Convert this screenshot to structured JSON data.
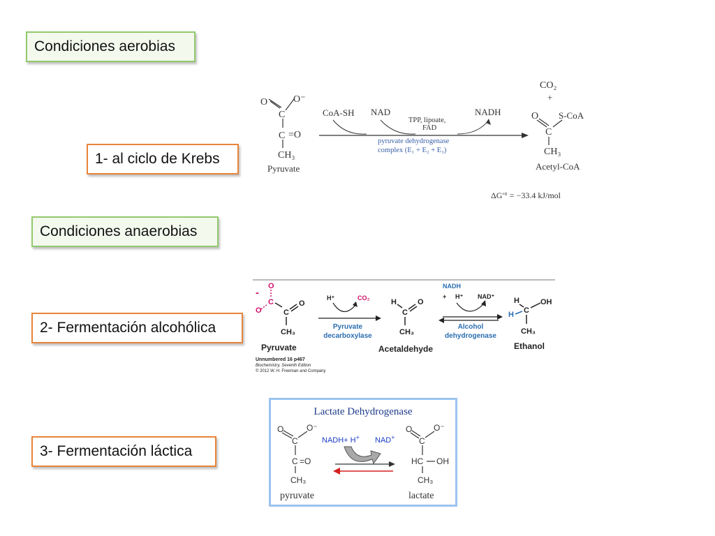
{
  "labels": {
    "aerobic": "Condiciones aerobias",
    "krebs": "1- al ciclo de Krebs",
    "anaerobic": "Condiciones anaerobias",
    "alcoholic": "2- Fermentación alcohólica",
    "lactic": "3- Fermentación láctica"
  },
  "pdh": {
    "pyruvate": "Pyruvate",
    "coash": "CoA-SH",
    "nad": "NAD",
    "nadh": "NADH",
    "cofactors1": "TPP, lipoate,",
    "cofactors2": "FAD",
    "enzyme1": "pyruvate dehydrogenase",
    "enzyme2": "complex (E₁ + E₂ + E₃)",
    "co2": "CO₂",
    "plus": "+",
    "scoa": "S-CoA",
    "acetylcoa": "Acetyl-CoA",
    "dg": "ΔG′° = −33.4 kJ/mol"
  },
  "alc": {
    "pyruvate": "Pyruvate",
    "h": "H",
    "co2": "CO₂",
    "enzyme1a": "Pyruvate",
    "enzyme1b": "decarboxylase",
    "acetaldehyde": "Acetaldehyde",
    "nadh": "NADH",
    "nad": "NAD",
    "enzyme2a": "Alcohol",
    "enzyme2b": "dehydrogenase",
    "ethanol": "Ethanol",
    "credit1": "Unnumbered 16 p467",
    "credit2": "Biochemistry, Seventh Edition",
    "credit3": "© 2012 W. H. Freeman and Company"
  },
  "ldh": {
    "title": "Lactate Dehydrogenase",
    "nadh": "NADH+ H",
    "nad": "NAD",
    "pyruvate": "pyruvate",
    "lactate": "lactate",
    "hc": "HC",
    "oh": "OH"
  }
}
